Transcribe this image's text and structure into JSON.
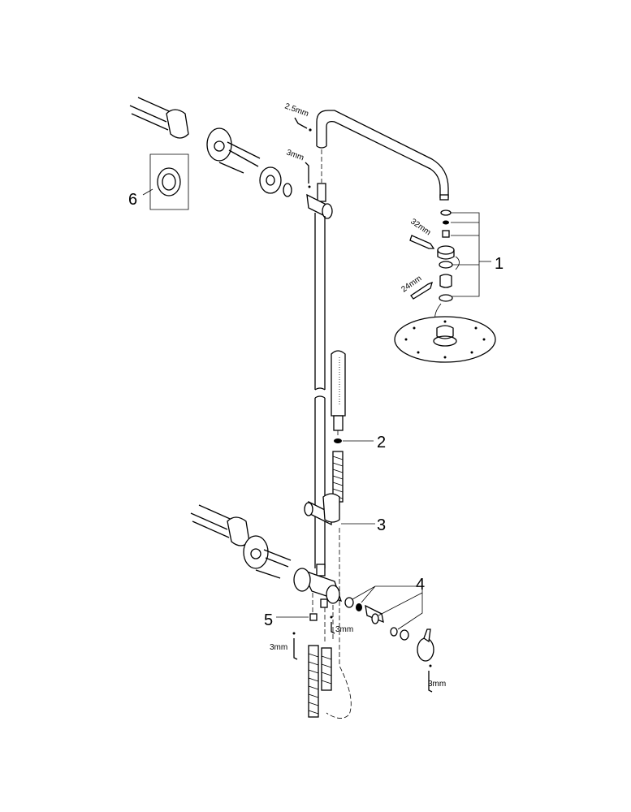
{
  "title": "Shower system exploded view",
  "callouts": {
    "part_1": "1",
    "part_2": "2",
    "part_3": "3",
    "part_4": "4",
    "part_5": "5",
    "part_6": "6"
  },
  "tool_sizes": {
    "arm_hex_key": "2.5mm",
    "bracket_hex_key": "3mm",
    "head_wrench_upper": "32mm",
    "head_wrench_lower": "24mm",
    "mixer_hex_key_center": "3mm",
    "mixer_hex_key_left": "3mm",
    "handle_hex_key": "3mm"
  }
}
